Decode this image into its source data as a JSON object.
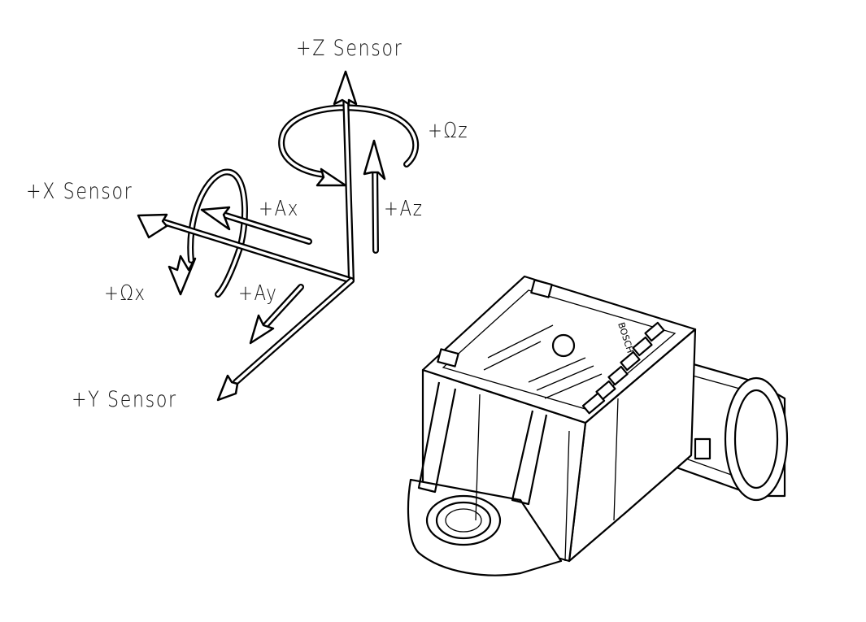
{
  "labels": {
    "z_sensor": "+Z Sensor",
    "x_sensor": "+X Sensor",
    "y_sensor": "+Y Sensor",
    "omega_z": "+Ωz",
    "omega_x": "+Ωx",
    "ax": "+Ax",
    "ay": "+Ay",
    "az": "+Az"
  },
  "device": {
    "logo": "BOSCH"
  },
  "colors": {
    "line": "#000000",
    "background": "#ffffff"
  }
}
